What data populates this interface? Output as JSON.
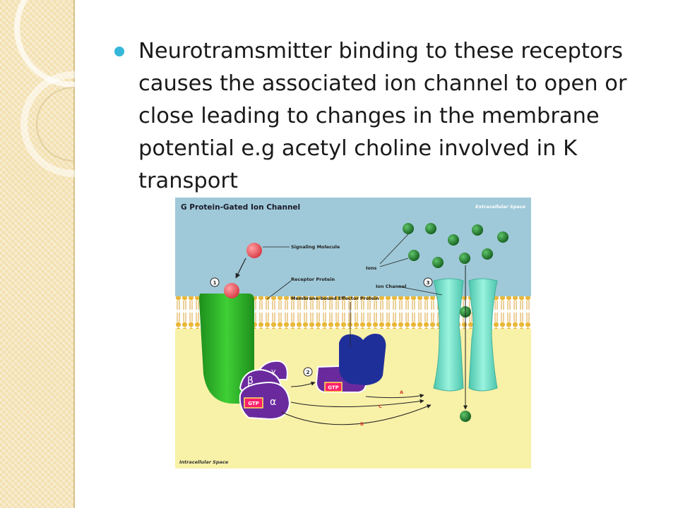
{
  "slide": {
    "text": "Neurotramsmitter binding to these receptors causes the associated ion channel to open or close leading to changes in the membrane potential e.g acetyl choline involved in K transport"
  },
  "figure": {
    "title": "G Protein-Gated Ion Channel",
    "extracellular_label": "Extracellular Space",
    "intracellular_label": "Intracellular Space",
    "labels": {
      "signaling_molecule": "Signaling Molecule",
      "receptor_protein": "Receptor Protein",
      "effector_protein": "Membrane-bound Effector Protein",
      "ions": "Ions",
      "ion_channel": "Ion Channel"
    },
    "steps": [
      "1",
      "2",
      "3"
    ],
    "subunits": {
      "beta": "β",
      "gamma": "γ",
      "alpha": "α"
    },
    "gtp": "GTP",
    "paths": [
      "A",
      "C",
      "B"
    ],
    "colors": {
      "extracellular": "#9fc9d8",
      "intracellular": "#f8f1a8",
      "membrane": "#e9b83a",
      "receptor": "#27b023",
      "g_protein": "#6a2a9e",
      "effector": "#1f2f9a",
      "channel": "#74e0c8",
      "ion": "#1f7a2a",
      "signal": "#e8525a",
      "bullet": "#34b7d8"
    }
  }
}
